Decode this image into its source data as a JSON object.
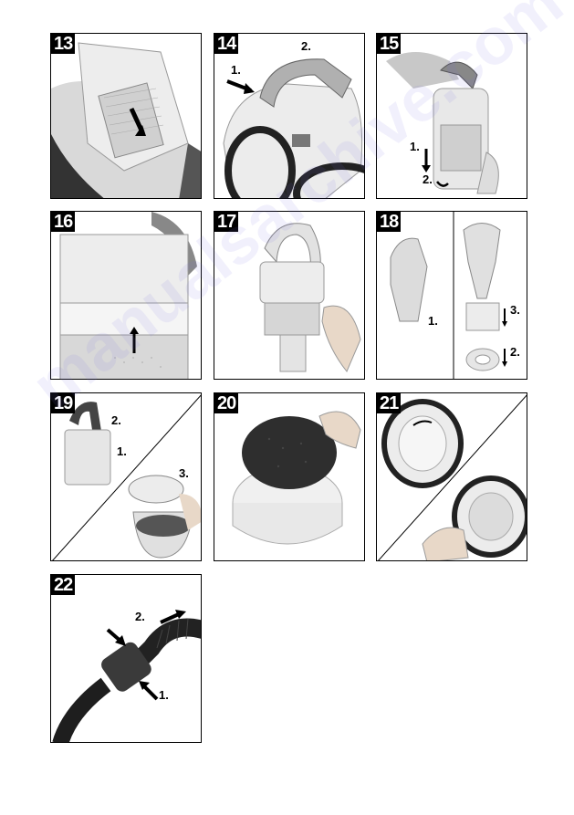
{
  "panels": [
    {
      "number": "13",
      "labels": []
    },
    {
      "number": "14",
      "labels": [
        "2.",
        "1."
      ]
    },
    {
      "number": "15",
      "labels": [
        "1.",
        "2."
      ]
    },
    {
      "number": "16",
      "labels": []
    },
    {
      "number": "17",
      "labels": []
    },
    {
      "number": "18",
      "labels": [
        "1.",
        "3.",
        "2."
      ]
    },
    {
      "number": "19",
      "labels": [
        "2.",
        "1.",
        "3."
      ]
    },
    {
      "number": "20",
      "labels": []
    },
    {
      "number": "21",
      "labels": []
    },
    {
      "number": "22",
      "labels": [
        "2.",
        "1."
      ]
    }
  ],
  "watermark": "manualsarchive.com",
  "colors": {
    "device_light": "#ececec",
    "device_mid": "#bdbdbd",
    "device_dark": "#4a4a4a",
    "filter_black": "#2a2a2a"
  }
}
